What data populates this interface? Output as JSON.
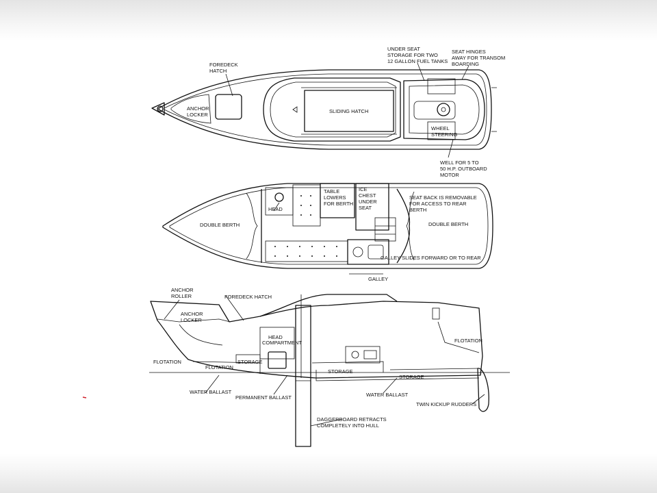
{
  "labels": {
    "top_view": {
      "foredeck_hatch": [
        "FOREDECK",
        "HATCH"
      ],
      "anchor_locker": [
        "ANCHOR",
        "LOCKER"
      ],
      "sliding_hatch": "SLIDING HATCH",
      "under_seat_storage": [
        "UNDER SEAT",
        "STORAGE FOR TWO",
        "12 GALLON FUEL TANKS"
      ],
      "seat_hinges": [
        "SEAT HINGES",
        "AWAY FOR TRANSOM",
        "BOARDING"
      ],
      "wheel_steering": [
        "WHEEL",
        "STEERING"
      ],
      "well": [
        "WELL FOR 5 TO",
        "50 H.P. OUTBOARD",
        "MOTOR"
      ]
    },
    "interior_view": {
      "head": "HEAD",
      "table": [
        "TABLE",
        "LOWERS",
        "FOR BERTH"
      ],
      "ice_chest": [
        "ICE",
        "CHEST",
        "UNDER",
        "SEAT"
      ],
      "seat_back": [
        "SEAT BACK IS REMOVABLE",
        "FOR ACCESS TO REAR",
        "BERTH"
      ],
      "double_berth_fwd": "DOUBLE BERTH",
      "double_berth_aft": "DOUBLE BERTH",
      "galley_slides": "GALLEY SLIDES FORWARD OR TO REAR",
      "galley": "GALLEY"
    },
    "profile_view": {
      "anchor_roller": [
        "ANCHOR",
        "ROLLER"
      ],
      "foredeck_hatch": "FOREDECK HATCH",
      "anchor_locker": [
        "ANCHOR",
        "LOCKER"
      ],
      "head_compartment": [
        "HEAD",
        "COMPARTMENT"
      ],
      "flotation_bow": "FLOTATION",
      "flotation_fwd": "FLOTATION",
      "flotation_aft": "FLOTATION",
      "storage_fwd": "STORAGE",
      "storage_mid": "STORAGE",
      "storage_aft": "STORAGE",
      "water_ballast_fwd": "WATER BALLAST",
      "permanent_ballast": "PERMANENT BALLAST",
      "water_ballast_aft": "WATER BALLAST",
      "twin_kickup_rudders": "TWIN KICKUP RUDDERS",
      "daggerboard": [
        "DAGGERBOARD RETRACTS",
        "COMPLETELY INTO HULL"
      ]
    }
  }
}
